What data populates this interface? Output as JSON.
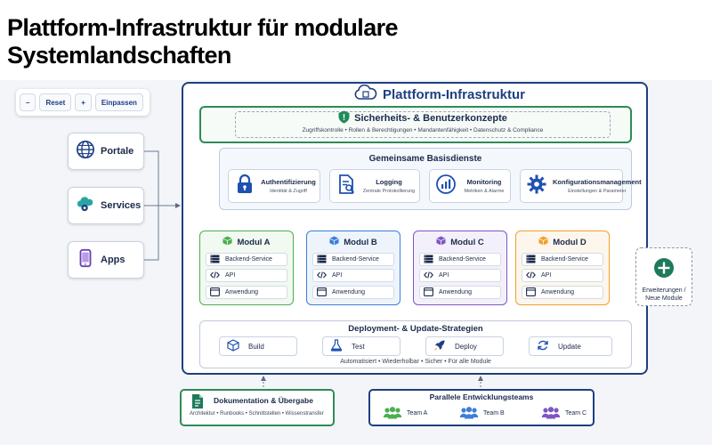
{
  "title": "Plattform-Infrastruktur für modulare Systemlandschaften",
  "zoom_controls": {
    "zoom_out": "–",
    "reset": "Reset",
    "zoom_in": "+",
    "fit": "Einpassen"
  },
  "channels": [
    {
      "label": "Portale",
      "icon": "globe-icon"
    },
    {
      "label": "Services",
      "icon": "cloud-gear-icon"
    },
    {
      "label": "Apps",
      "icon": "smartphone-icon"
    }
  ],
  "platform": {
    "title": "Plattform-Infrastruktur",
    "icon": "cloud-icon",
    "security": {
      "title": "Sicherheits- & Benutzerkonzepte",
      "subtitle": "Zugriffskontrolle • Rollen & Berechtigungen • Mandantenfähigkeit • Datenschutz & Compliance",
      "icon": "shield-icon"
    },
    "shared_services": {
      "title": "Gemeinsame Basisdienste",
      "items": [
        {
          "name": "Authentifizierung",
          "sub": "Identität & Zugriff",
          "icon": "lock-icon"
        },
        {
          "name": "Logging",
          "sub": "Zentrale Protokollierung",
          "icon": "document-search-icon"
        },
        {
          "name": "Monitoring",
          "sub": "Metriken & Alarme",
          "icon": "gauge-icon"
        },
        {
          "name": "Konfigurationsmanagement",
          "sub": "Einstellungen & Parameter",
          "icon": "gear-icon"
        }
      ]
    },
    "modules": [
      {
        "name": "Modul A",
        "color": "#4caf50",
        "bg": "#f1f9f1"
      },
      {
        "name": "Modul B",
        "color": "#3d7edb",
        "bg": "#eef4fc"
      },
      {
        "name": "Modul C",
        "color": "#7e57c2",
        "bg": "#f4f0fb"
      },
      {
        "name": "Modul D",
        "color": "#f0a030",
        "bg": "#fdf6ec"
      }
    ],
    "module_rows": [
      "Backend-Service",
      "API",
      "Anwendung"
    ],
    "deployment": {
      "title": "Deployment- & Update-Strategien",
      "steps": [
        {
          "label": "Build",
          "icon": "cube-icon"
        },
        {
          "label": "Test",
          "icon": "flask-icon"
        },
        {
          "label": "Deploy",
          "icon": "rocket-icon"
        },
        {
          "label": "Update",
          "icon": "refresh-icon"
        }
      ],
      "subtitle": "Automatisiert • Wiederholbar • Sicher • Für alle Module"
    }
  },
  "extensions": {
    "label_line1": "Erweiterungen /",
    "label_line2": "Neue Module",
    "icon": "plus-circle-icon"
  },
  "documentation": {
    "title": "Dokumentation & Übergabe",
    "subtitle": "Architektur • Runbooks • Schnittstellen • Wissenstransfer",
    "icon": "document-icon"
  },
  "teams": {
    "title": "Parallele Entwicklungsteams",
    "items": [
      {
        "label": "Team A",
        "color": "#4caf50"
      },
      {
        "label": "Team B",
        "color": "#3d7edb"
      },
      {
        "label": "Team C",
        "color": "#7e57c2"
      }
    ]
  },
  "colors": {
    "platform_border": "#1e3f82",
    "security_border": "#2e8b57",
    "connector": "#6b7a90"
  }
}
